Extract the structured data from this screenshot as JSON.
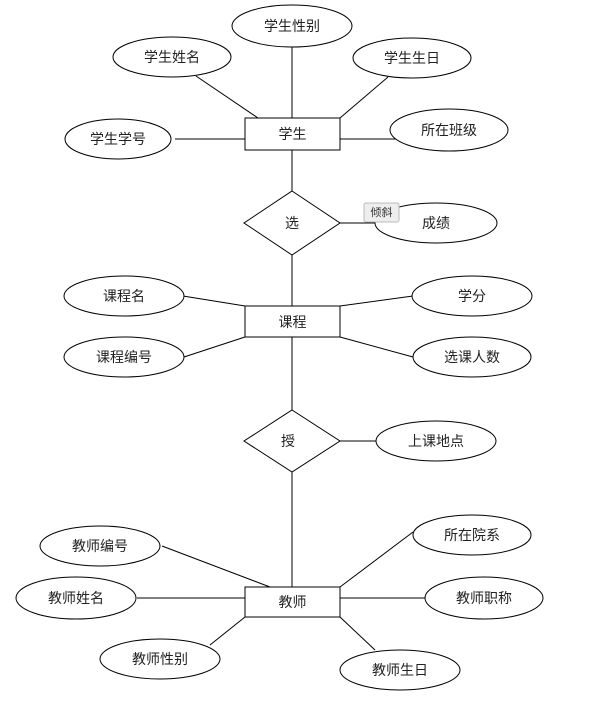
{
  "entities": {
    "student": "学生",
    "course": "课程",
    "teacher": "教师"
  },
  "relationships": {
    "select": "选",
    "teach": "授"
  },
  "attributes": {
    "student_gender": "学生性别",
    "student_name": "学生姓名",
    "student_birthday": "学生生日",
    "student_id": "学生学号",
    "student_class": "所在班级",
    "grade": "成绩",
    "course_name": "课程名",
    "credit": "学分",
    "course_id": "课程编号",
    "enroll_count": "选课人数",
    "class_location": "上课地点",
    "teacher_id": "教师编号",
    "teacher_dept": "所在院系",
    "teacher_name": "教师姓名",
    "teacher_title": "教师职称",
    "teacher_gender": "教师性别",
    "teacher_birthday": "教师生日"
  },
  "tooltip": {
    "text": "倾斜"
  }
}
